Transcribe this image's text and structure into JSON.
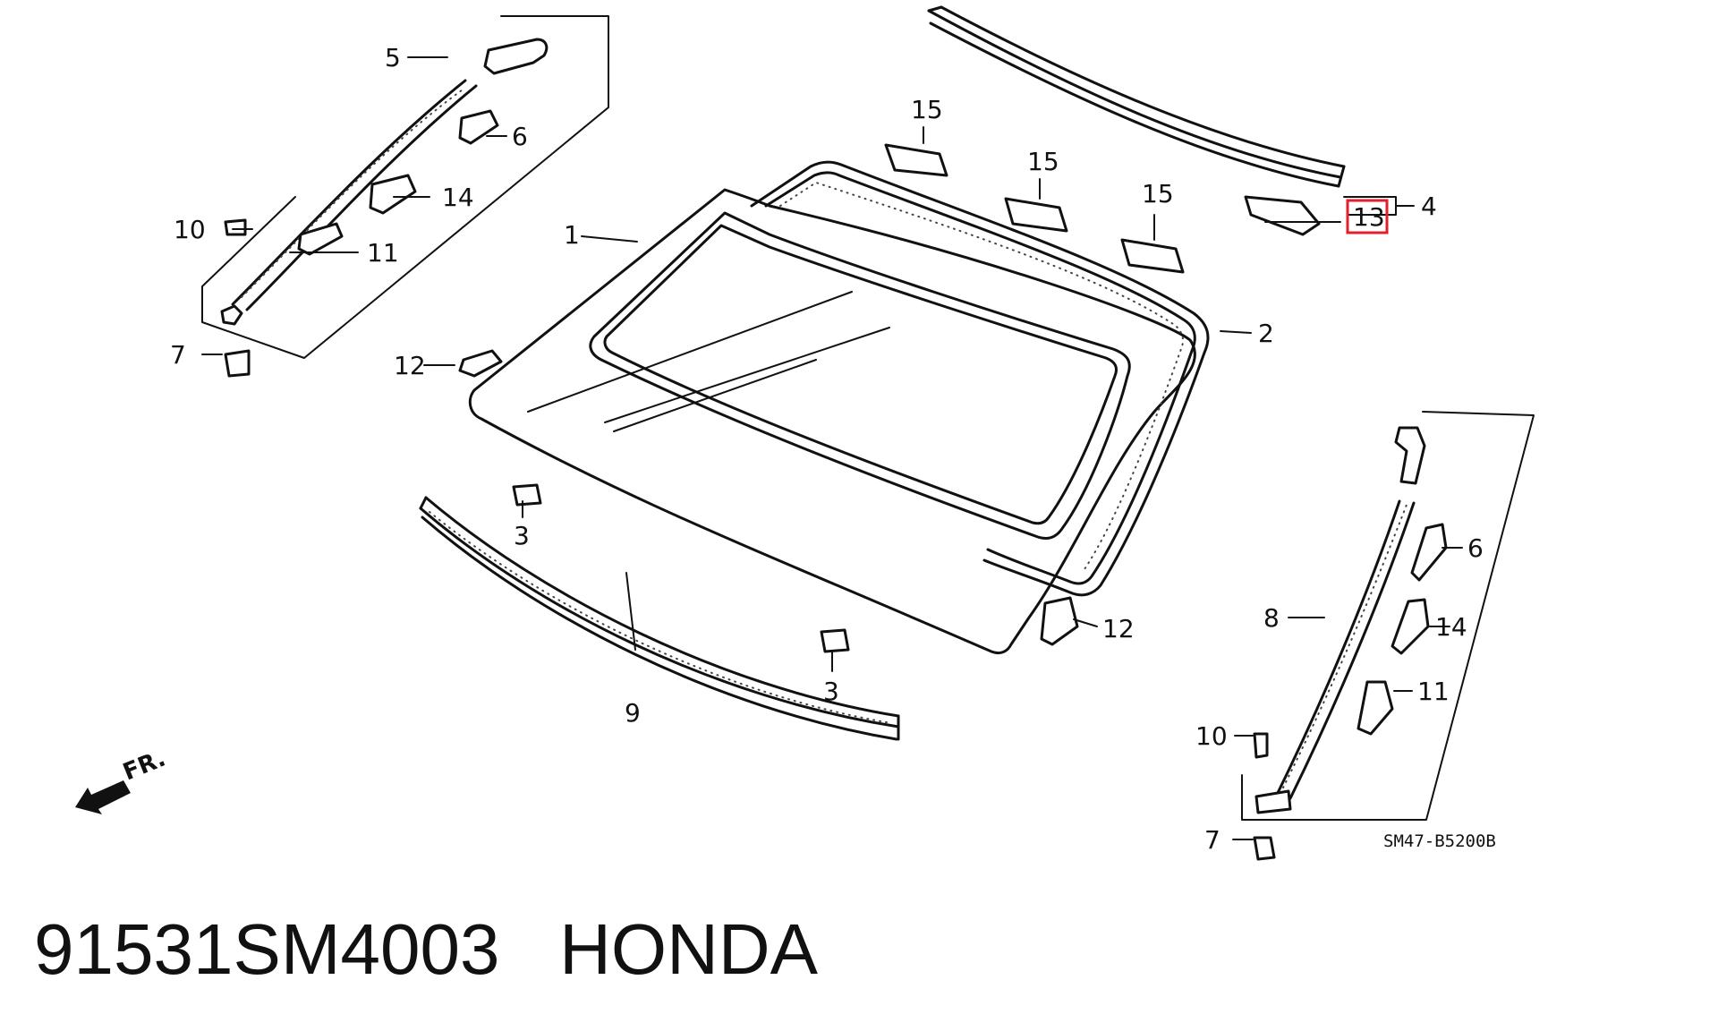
{
  "caption": {
    "part_number": "91531SM4003",
    "brand": "HONDA"
  },
  "diagram": {
    "code": "SM47-B5200B",
    "front_marker": "FR.",
    "highlight_color": "#e0202a",
    "highlighted_callout": "13",
    "callouts": {
      "c1": "1",
      "c2": "2",
      "c3a": "3",
      "c3b": "3",
      "c4": "4",
      "c5": "5",
      "c6a": "6",
      "c6b": "6",
      "c7a": "7",
      "c7b": "7",
      "c8": "8",
      "c9": "9",
      "c10a": "10",
      "c10b": "10",
      "c11a": "11",
      "c11b": "11",
      "c12a": "12",
      "c12b": "12",
      "c13": "13",
      "c14a": "14",
      "c14b": "14",
      "c15a": "15",
      "c15b": "15",
      "c15c": "15"
    }
  }
}
